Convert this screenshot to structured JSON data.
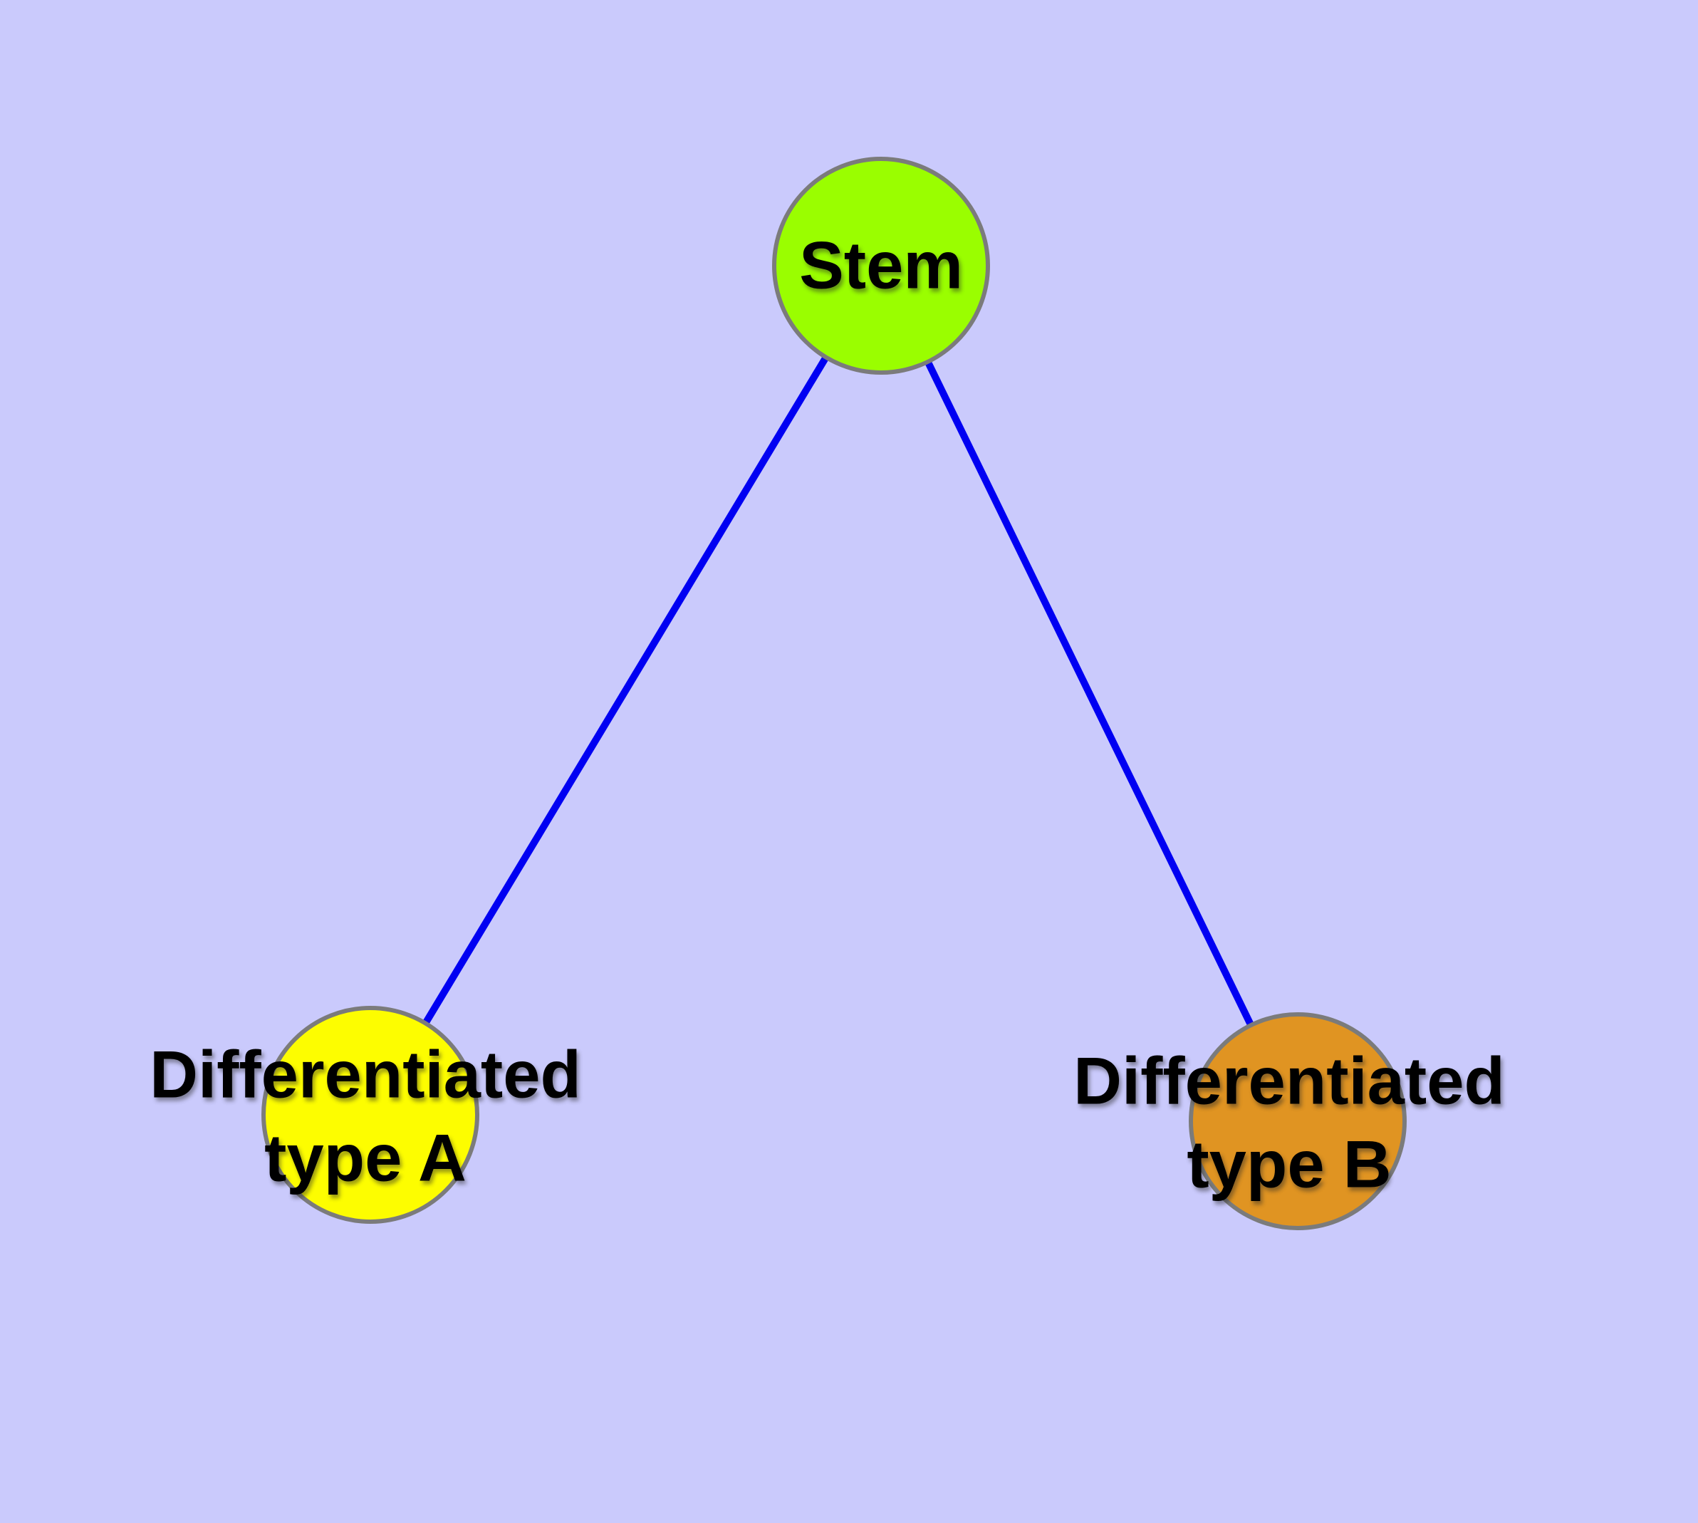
{
  "diagram": {
    "background_color": "#cacafc",
    "edge_color": "#0000f2",
    "node_border_color": "#7b7b7b",
    "label_color": "#000000",
    "nodes": [
      {
        "id": "stem",
        "label": "Stem",
        "fill": "#9afe00"
      },
      {
        "id": "differentiated-type-a",
        "label": "Differentiated\ntype A",
        "fill": "#fdfd00"
      },
      {
        "id": "differentiated-type-b",
        "label": "Differentiated\ntype B",
        "fill": "#e09422"
      }
    ],
    "edges": [
      {
        "from": "stem",
        "to": "differentiated-type-a"
      },
      {
        "from": "stem",
        "to": "differentiated-type-b"
      }
    ]
  }
}
